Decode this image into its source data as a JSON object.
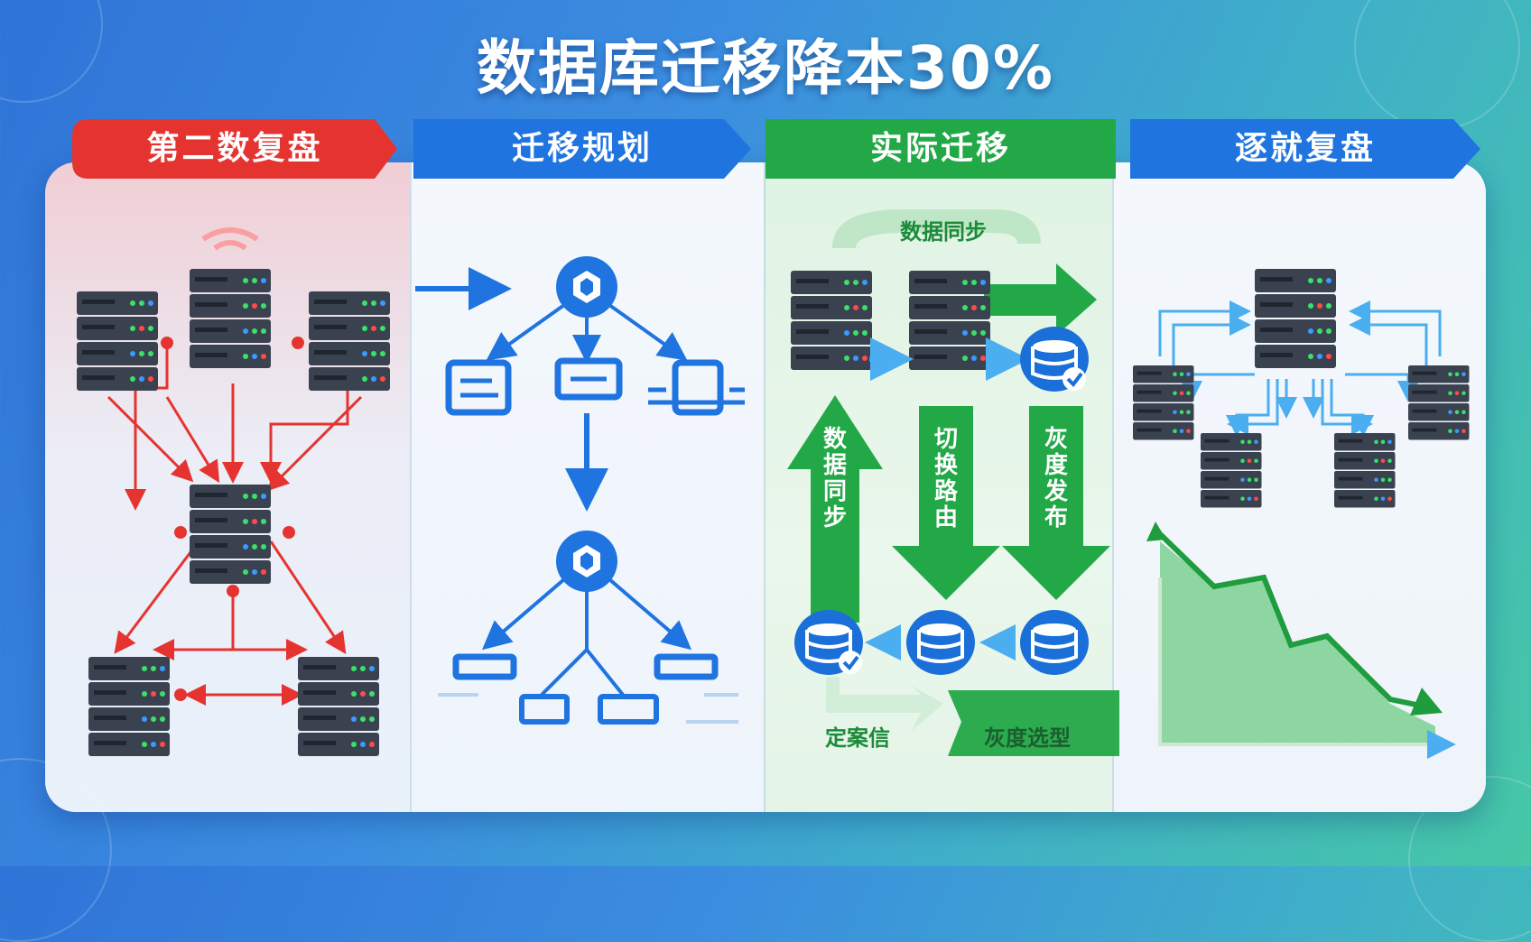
{
  "title": "数据库迁移降本30%",
  "stages": [
    {
      "label": "第二数复盘",
      "color": "#e53430"
    },
    {
      "label": "迁移规划",
      "color": "#1f74e0"
    },
    {
      "label": "实际迁移",
      "color": "#22a847"
    },
    {
      "label": "逐就复盘",
      "color": "#1f74e0"
    }
  ],
  "migration": {
    "top_label": "数据同步",
    "up_label": "数据同步",
    "switch_label": "切换路由",
    "gray_label": "灰度发布",
    "bottom_left_label": "定案信",
    "bottom_right_label": "灰度选型"
  },
  "icons": {
    "server": "server-rack-icon",
    "database": "database-cylinder-icon",
    "node": "hexagon-node-icon",
    "trend": "downward-trend-chart-icon"
  },
  "colors": {
    "red": "#e53430",
    "blue": "#1f74e0",
    "green": "#22a847",
    "server_body": "#3a4250"
  }
}
